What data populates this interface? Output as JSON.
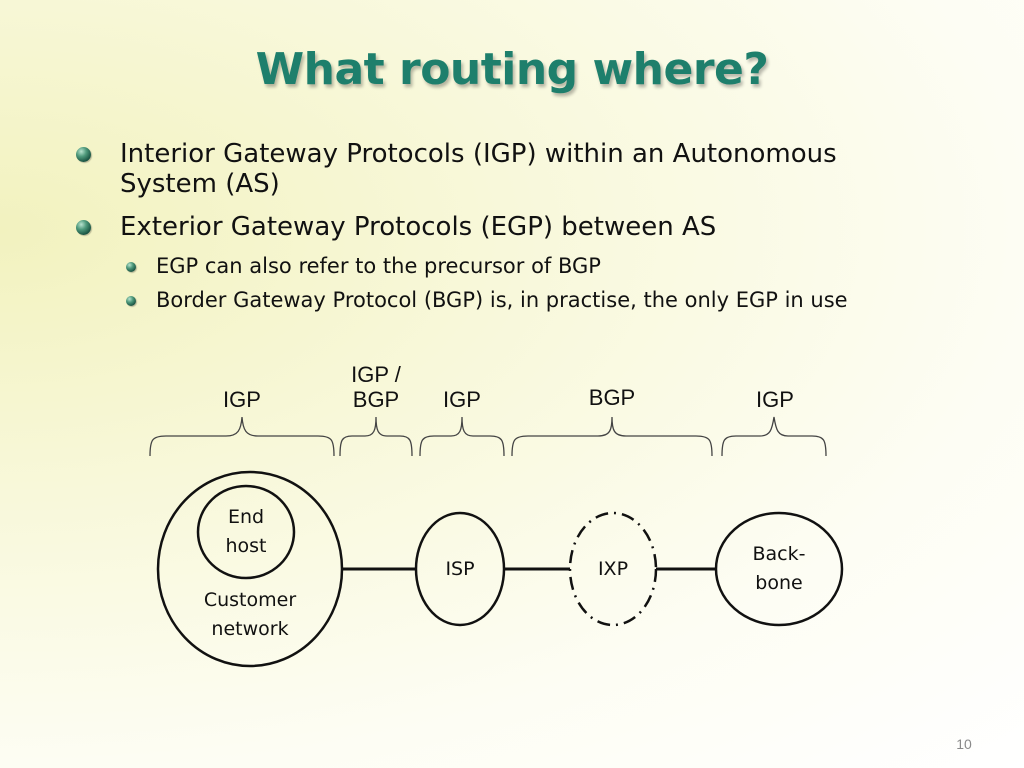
{
  "slide": {
    "title": "What routing where?",
    "page_number": "10"
  },
  "bullets": [
    {
      "text": "Interior Gateway Protocols (IGP) within an Autonomous System (AS)"
    },
    {
      "text": "Exterior Gateway Protocols (EGP) between AS"
    },
    {
      "text": "EGP can also refer to the precursor of BGP"
    },
    {
      "text": "Border Gateway Protocol (BGP) is, in practise, the only EGP in use"
    }
  ],
  "diagram": {
    "brace_labels": [
      "IGP",
      "IGP /\nBGP",
      "IGP",
      "BGP",
      "IGP"
    ],
    "nodes": {
      "end_host": "End\nhost",
      "customer_network": "Customer\nnetwork",
      "isp": "ISP",
      "ixp": "IXP",
      "backbone": "Back-\nbone"
    }
  }
}
